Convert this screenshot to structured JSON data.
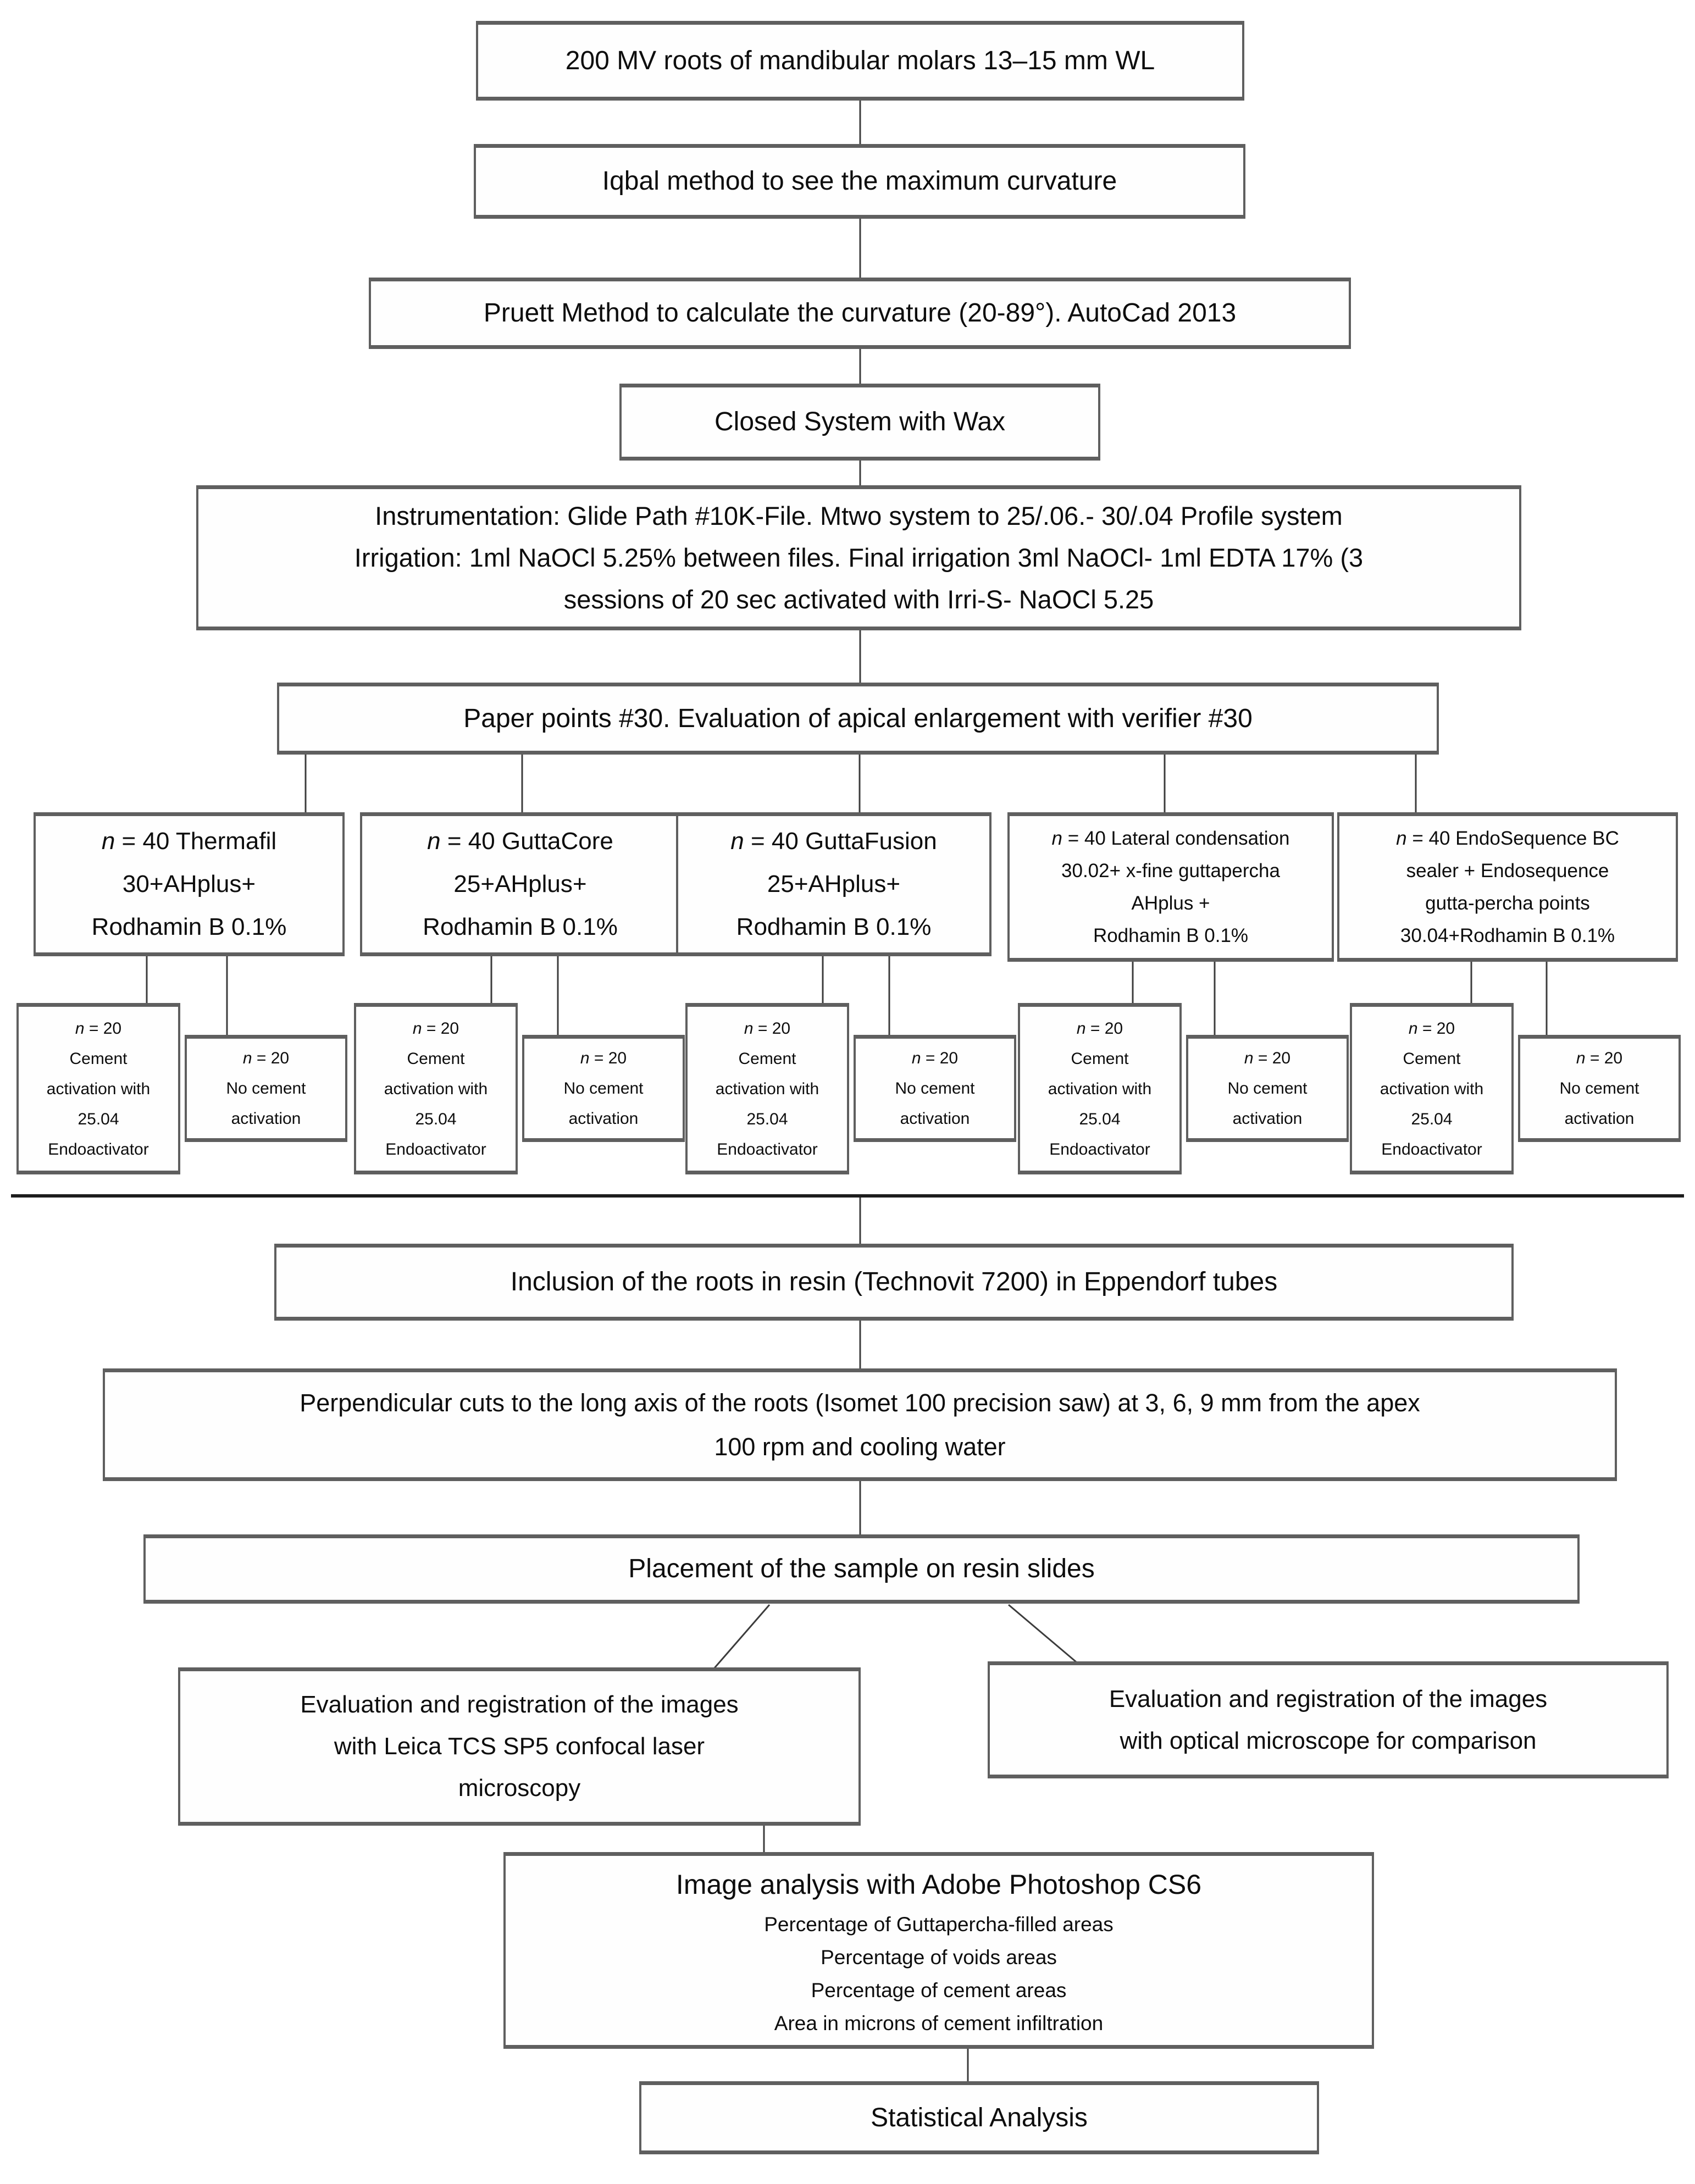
{
  "colors": {
    "page_bg": "#ffffff",
    "box_bg": "#fefefe",
    "box_border": "#5f5f5f",
    "connector": "#3c3c3c",
    "divider": "#1c1c1c",
    "text": "#0d0d0d"
  },
  "flow": {
    "sample": "200 MV roots of mandibular molars 13–15 mm WL",
    "iqbal": "Iqbal method to see the maximum curvature",
    "pruett": "Pruett Method to calculate the curvature (20-89°). AutoCad 2013",
    "closed_system": "Closed System with Wax",
    "instrumentation_lines": [
      "Instrumentation: Glide Path #10K-File. Mtwo system to 25/.06.- 30/.04 Profile system",
      "Irrigation: 1ml NaOCl 5.25% between files. Final irrigation 3ml NaOCl- 1ml EDTA 17% (3",
      "sessions of 20 sec activated with Irri-S- NaOCl 5.25"
    ],
    "paper_points": "Paper points #30. Evaluation of apical enlargement with verifier #30",
    "inclusion": "Inclusion of the roots in resin (Technovit 7200) in Eppendorf tubes",
    "cuts_lines": [
      "Perpendicular cuts to the long axis of the roots (Isomet 100 precision saw) at 3, 6, 9 mm from the apex",
      "100 rpm and cooling water"
    ],
    "placement": "Placement of the sample on resin slides",
    "confocal_lines": [
      "Evaluation and registration of the images",
      "with Leica TCS SP5 confocal laser",
      "microscopy"
    ],
    "optical_lines": [
      "Evaluation and registration of the images",
      "with optical microscope for comparison"
    ],
    "statistical": "Statistical Analysis"
  },
  "image_analysis": {
    "title": "Image analysis with Adobe Photoshop CS6",
    "items": [
      "Percentage of Guttapercha-filled areas",
      "Percentage of voids areas",
      "Percentage of cement areas",
      "Area in microns of cement infiltration"
    ]
  },
  "groups": [
    {
      "prefix": "n",
      "line1": " = 40 Thermafil",
      "lines": [
        "30+AHplus+",
        "Rodhamin B 0.1%"
      ]
    },
    {
      "prefix": "n",
      "line1": " = 40 GuttaCore",
      "lines": [
        "25+AHplus+",
        "Rodhamin B 0.1%"
      ]
    },
    {
      "prefix": "n",
      "line1": " = 40 GuttaFusion",
      "lines": [
        "25+AHplus+",
        "Rodhamin B 0.1%"
      ]
    },
    {
      "prefix": "n",
      "line1": " = 40 Lateral condensation",
      "lines": [
        "30.02+ x-fine guttapercha",
        "AHplus +",
        "Rodhamin B 0.1%"
      ]
    },
    {
      "prefix": "n",
      "line1": " = 40 EndoSequence BC",
      "lines": [
        "sealer + Endosequence",
        "gutta-percha points",
        "30.04+Rodhamin B 0.1%"
      ]
    }
  ],
  "subgroups": {
    "activation": {
      "prefix": "n",
      "line1": " = 20",
      "lines": [
        "Cement",
        "activation with",
        "25.04",
        "Endoactivator"
      ]
    },
    "no_activation": {
      "prefix": "n",
      "line1": " = 20",
      "lines": [
        "No cement",
        "activation"
      ]
    }
  }
}
